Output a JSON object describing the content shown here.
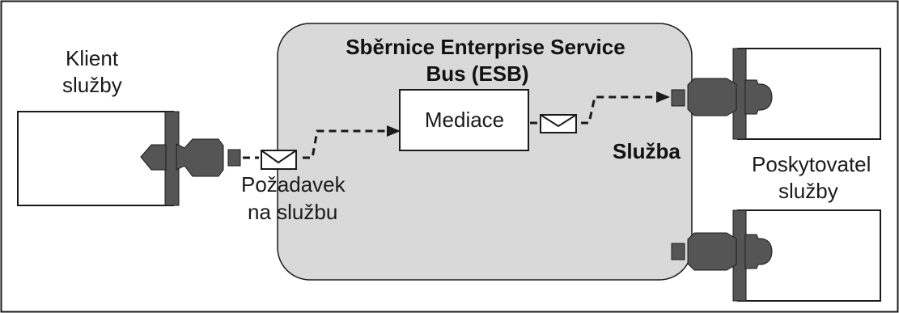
{
  "diagram": {
    "esb_title_line1": "Sběrnice Enterprise Service",
    "esb_title_line2": "Bus (ESB)",
    "mediation_label": "Mediace",
    "service_label": "Služba",
    "client_label_line1": "Klient",
    "client_label_line2": "služby",
    "request_label_line1": "Požadavek",
    "request_label_line2": "na službu",
    "provider_label_line1": "Poskytovatel",
    "provider_label_line2": "služby"
  },
  "colors": {
    "esb_fill": "#d9d9d9",
    "connector": "#555555",
    "line": "#1a1a1a"
  }
}
